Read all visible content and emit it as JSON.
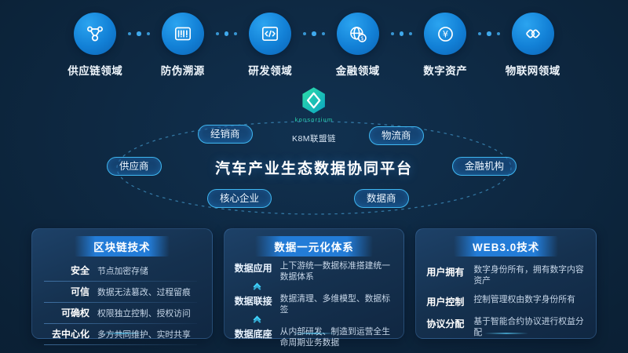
{
  "top": {
    "items": [
      {
        "label": "供应链领域",
        "icon": "supply-chain-icon"
      },
      {
        "label": "防伪溯源",
        "icon": "barcode-icon"
      },
      {
        "label": "研发领域",
        "icon": "code-icon"
      },
      {
        "label": "金融领域",
        "icon": "globe-dollar-icon"
      },
      {
        "label": "数字资产",
        "icon": "yen-coin-icon"
      },
      {
        "label": "物联网领域",
        "icon": "chain-link-icon"
      }
    ]
  },
  "platform": {
    "logo_text": "konsortium",
    "chain_label": "K8M联盟链",
    "title": "汽车产业生态数据协同平台",
    "participants": [
      "经销商",
      "物流商",
      "供应商",
      "金融机构",
      "核心企业",
      "数据商"
    ]
  },
  "panels": [
    {
      "title": "区块链技术",
      "rows": [
        {
          "label": "安全",
          "desc": "节点加密存储"
        },
        {
          "label": "可信",
          "desc": "数据无法篡改、过程留痕"
        },
        {
          "label": "可确权",
          "desc": "权限独立控制、授权访问"
        },
        {
          "label": "去中心化",
          "desc": "多方共同维护、实时共享"
        }
      ]
    },
    {
      "title": "数据一元化体系",
      "rows": [
        {
          "label": "数据应用",
          "desc": "上下游统一数据标准搭建统一数据体系"
        },
        {
          "label": "数据联接",
          "desc": "数据清理、多维模型、数据标签"
        },
        {
          "label": "数据底座",
          "desc": "从内部研发、制造到运营全生命周期业务数据"
        }
      ]
    },
    {
      "title": "WEB3.0技术",
      "rows": [
        {
          "label": "用户拥有",
          "desc": "数字身份所有，拥有数字内容资产"
        },
        {
          "label": "用户控制",
          "desc": "控制管理权由数字身份所有"
        },
        {
          "label": "协议分配",
          "desc": "基于智能合约协议进行权益分配"
        }
      ]
    }
  ],
  "colors": {
    "background": "#0b2136",
    "accent_blue": "#1b8fe0",
    "pill_border": "#3fb6f0",
    "logo_teal": "#22d3ab",
    "arrow_cyan": "#3fd4ff",
    "text_primary": "#ffffff",
    "text_secondary": "#c6d6e8"
  }
}
